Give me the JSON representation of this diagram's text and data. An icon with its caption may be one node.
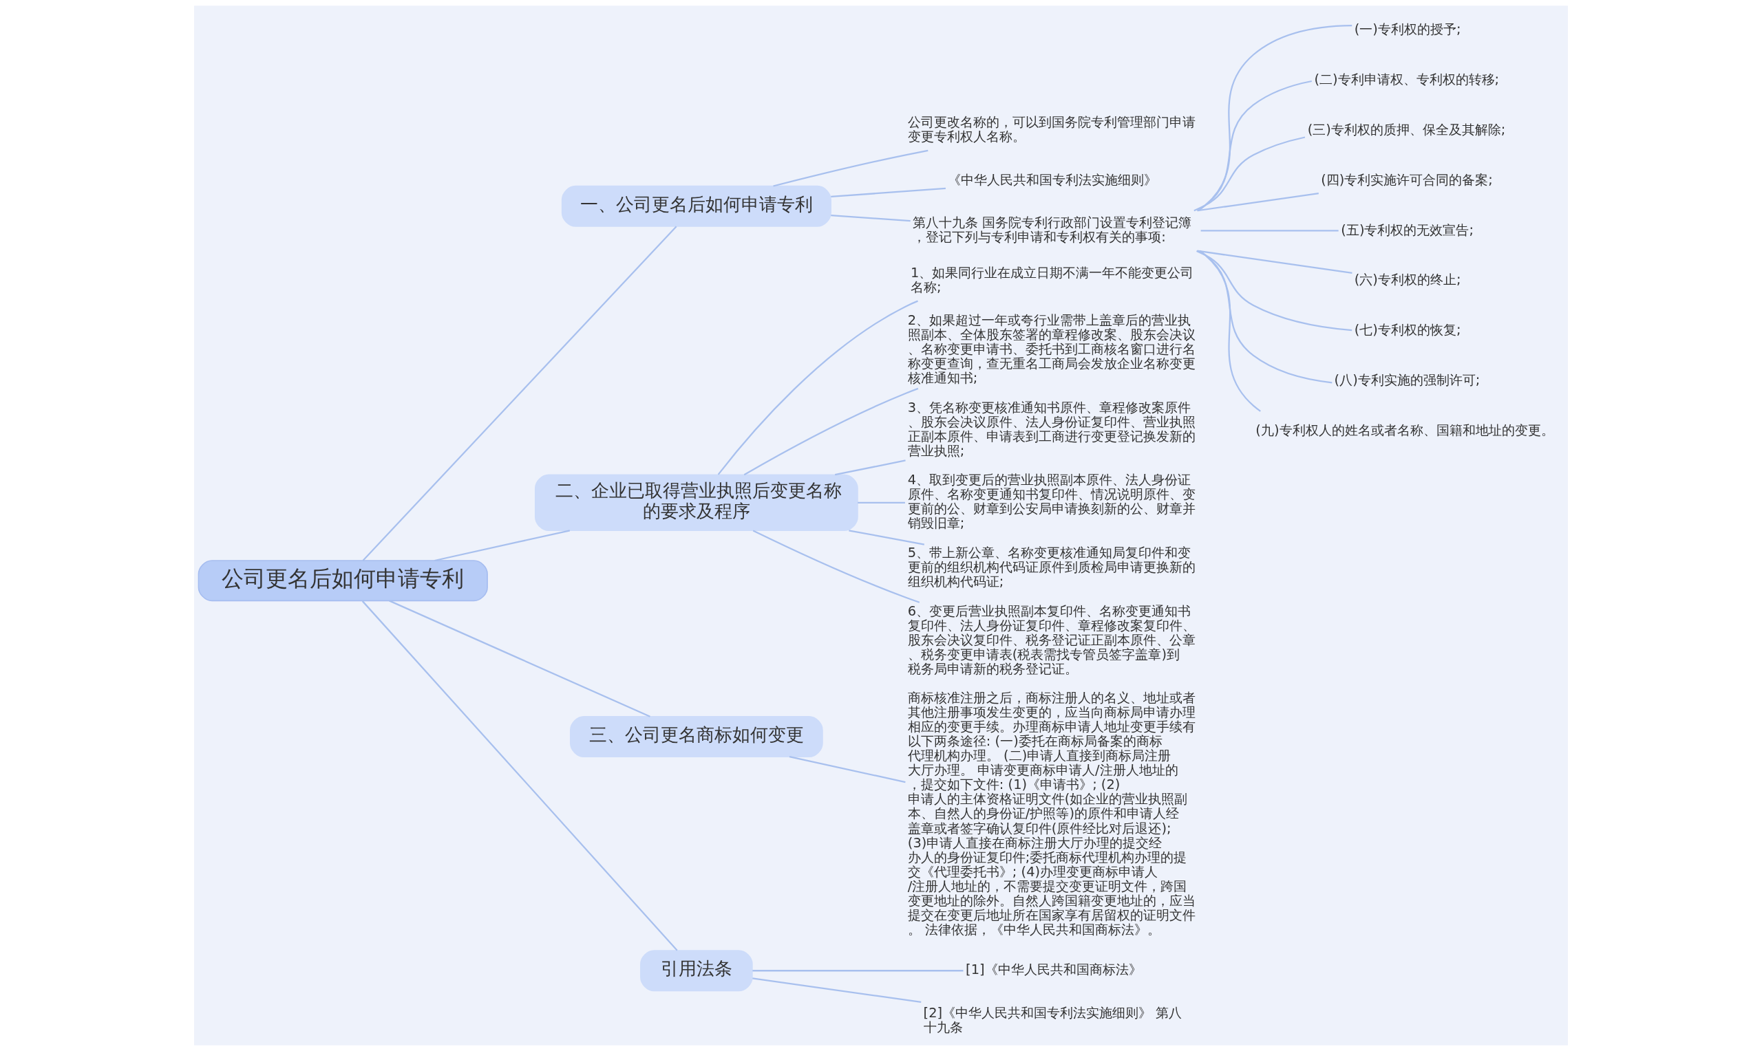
{
  "diagram": {
    "nodes": [
      {
        "text": [
          "公司更名后如何申请专利"
        ]
      },
      {
        "text": [
          "一、公司更名后如何申请专利"
        ]
      },
      {
        "text": [
          "公司更改名称的，可以到国务院专利管理部门申请变更专利权人名称。"
        ]
      },
      {
        "text": [
          "《中华人民共和国专利法实施细则》"
        ]
      },
      {
        "text": [
          "第八十九条 国务院专利行政部门设置专利登记簿，登记下列与专利申请和专利权有关的事项:"
        ]
      },
      {
        "text": [
          "(一)专利权的授予;"
        ]
      },
      {
        "text": [
          "(二)专利申请权、专利权的转移;"
        ]
      },
      {
        "text": [
          "(三)专利权的质押、保全及其解除;"
        ]
      },
      {
        "text": [
          "(四)专利实施许可合同的备案;"
        ]
      },
      {
        "text": [
          "(五)专利权的无效宣告;"
        ]
      },
      {
        "text": [
          "(六)专利权的终止;"
        ]
      },
      {
        "text": [
          "(七)专利权的恢复;"
        ]
      },
      {
        "text": [
          "(八)专利实施的强制许可;"
        ]
      },
      {
        "text": [
          "(九)专利权人的姓名或者名称、国籍和地址的变更。"
        ]
      },
      {
        "text": [
          "二、企业已取得营业执照后变更名称的要求及程序"
        ]
      },
      {
        "text": [
          "1、如果同行业在成立日期不满一年不能变更公司名称;"
        ]
      },
      {
        "text": [
          "2、如果超过一年或夸行业需带上盖章后的营业执照副本、全体股东签署的章程修改案、股东会决议、名称变更申请书、委托书到工商核名窗口进行名称变更查询，查无重名工商局会发放企业名称变更核准通知书;"
        ]
      },
      {
        "text": [
          "3、凭名称变更核准通知书原件、章程修改案原件、股东会决议原件、法人身份证复印件、营业执照正副本原件、申请表到工商进行变更登记换发新的营业执照;"
        ]
      },
      {
        "text": [
          "4、取到变更后的营业执照副本原件、法人身份证原件、名称变更通知书复印件、情况说明原件、变更前的公、财章到公安局申请换刻新的公、财章并销毁旧章;"
        ]
      },
      {
        "text": [
          "5、带上新公章、名称变更核准通知局复印件和变更前的组织机构代码证原件到质检局申请更换新的组织机构代码证;"
        ]
      },
      {
        "text": [
          "6、变更后营业执照副本复印件、名称变更通知书复印件、法人身份证复印件、章程修改案复印件、股东会决议复印件、税务登记证正副本原件、公章、税务变更申请表(税表需找专管员签字盖章)到税务局申请新的税务登记证。"
        ]
      },
      {
        "text": [
          "三、公司更名商标如何变更"
        ]
      },
      {
        "text": [
          "商标核准注册之后，商标注册人的名义、地址或者其他注册事项发生变更的，应当向商标局申请办理相应的变更手续。办理商标申请人地址变更手续有以下两条途径: (一)委托在商标局备案的商标代理机构办理。 (二)申请人直接到商标局注册大厅办理。 申请变更商标申请人/注册人地址的，提交如下文件: (1)《申请书》; (2)申请人的主体资格证明文件(如企业的营业执照副本、自然人的身份证/护照等)的原件和申请人经盖章或者签字确认复印件(原件经比对后退还); (3)申请人直接在商标注册大厅办理的提交经办人的身份证复印件;委托商标代理机构办理的提交《代理委托书》; (4)办理变更商标申请人/注册人地址的，不需要提交变更证明文件，跨国变更地址的除外。自然人跨国籍变更地址的，应当提交在变更后地址所在国家享有居留权的证明文件。 法律依据，《中华人民共和国商标法》。"
        ]
      },
      {
        "text": [
          "引用法条"
        ]
      },
      {
        "text": [
          "[1]《中华人民共和国商标法》"
        ]
      },
      {
        "text": [
          "[2]《中华人民共和国专利法实施细则》 第八十九条"
        ]
      }
    ],
    "edges": [
      {
        "from": 0,
        "to": 1,
        "arrow": "none"
      },
      {
        "from": 1,
        "to": 2,
        "arrow": "none"
      },
      {
        "from": 1,
        "to": 3,
        "arrow": "none"
      },
      {
        "from": 1,
        "to": 4,
        "arrow": "none"
      },
      {
        "from": 4,
        "to": 5,
        "arrow": "none"
      },
      {
        "from": 4,
        "to": 6,
        "arrow": "none"
      },
      {
        "from": 4,
        "to": 7,
        "arrow": "none"
      },
      {
        "from": 4,
        "to": 8,
        "arrow": "none"
      },
      {
        "from": 4,
        "to": 9,
        "arrow": "none"
      },
      {
        "from": 4,
        "to": 10,
        "arrow": "none"
      },
      {
        "from": 4,
        "to": 11,
        "arrow": "none"
      },
      {
        "from": 4,
        "to": 12,
        "arrow": "none"
      },
      {
        "from": 4,
        "to": 13,
        "arrow": "none"
      },
      {
        "from": 0,
        "to": 14,
        "arrow": "none"
      },
      {
        "from": 14,
        "to": 15,
        "arrow": "none"
      },
      {
        "from": 14,
        "to": 16,
        "arrow": "none"
      },
      {
        "from": 14,
        "to": 17,
        "arrow": "none"
      },
      {
        "from": 14,
        "to": 18,
        "arrow": "none"
      },
      {
        "from": 14,
        "to": 19,
        "arrow": "none"
      },
      {
        "from": 14,
        "to": 20,
        "arrow": "none"
      },
      {
        "from": 0,
        "to": 21,
        "arrow": "none"
      },
      {
        "from": 21,
        "to": 22,
        "arrow": "none"
      },
      {
        "from": 0,
        "to": 23,
        "arrow": "none"
      },
      {
        "from": 23,
        "to": 24,
        "arrow": "none"
      },
      {
        "from": 23,
        "to": 25,
        "arrow": "none"
      }
    ]
  }
}
